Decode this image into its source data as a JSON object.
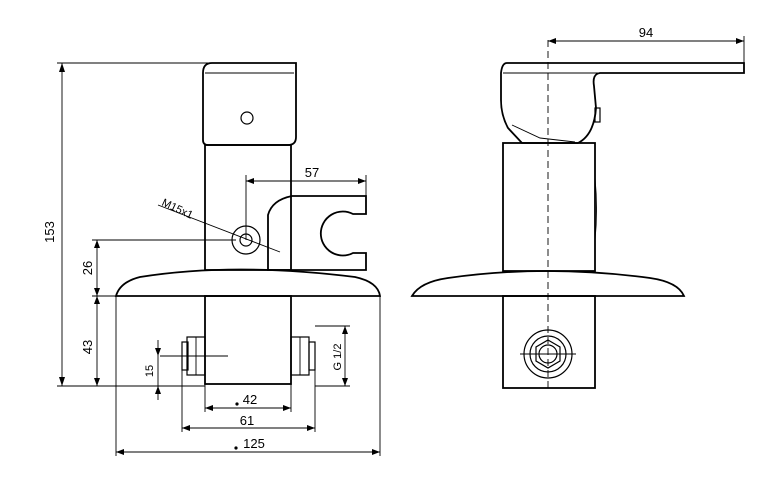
{
  "dimensions": {
    "total_height": "153",
    "handle_width": "94",
    "holder_width": "57",
    "outlet_height": "26",
    "lower_height": "43",
    "inlet_offset": "15",
    "thread": "G 1/2",
    "center_42": "42",
    "center_61": "61",
    "plate_125": "125",
    "outlet_thread": "M15x1"
  }
}
